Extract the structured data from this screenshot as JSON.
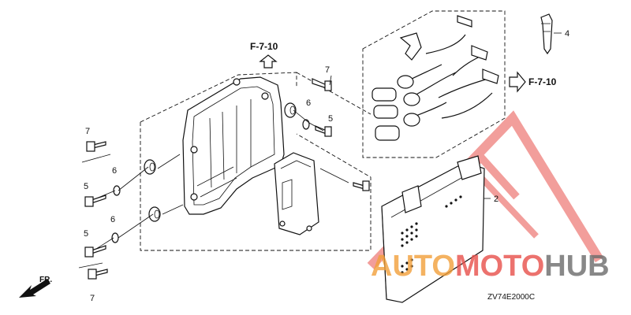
{
  "refs": {
    "top_center": "F-7-10",
    "right": "F-7-10"
  },
  "part_labels": {
    "p4": "4",
    "p7_top": "7",
    "p6_top": "6",
    "p5_top": "5",
    "p7_left": "7",
    "p6_left_upper": "6",
    "p5_left_upper": "5",
    "p6_left_lower": "6",
    "p5_left_lower": "5",
    "p7_bottom": "7",
    "p2": "2"
  },
  "direction_label": "FR.",
  "diagram_code": "ZV74E2000C",
  "watermark": {
    "part1": "AUTO",
    "part2": "MOTO",
    "part3": "HUB",
    "color_red": "#e8504a",
    "color_orange": "#f2a03a",
    "color_gray": "#6b6b6b"
  }
}
